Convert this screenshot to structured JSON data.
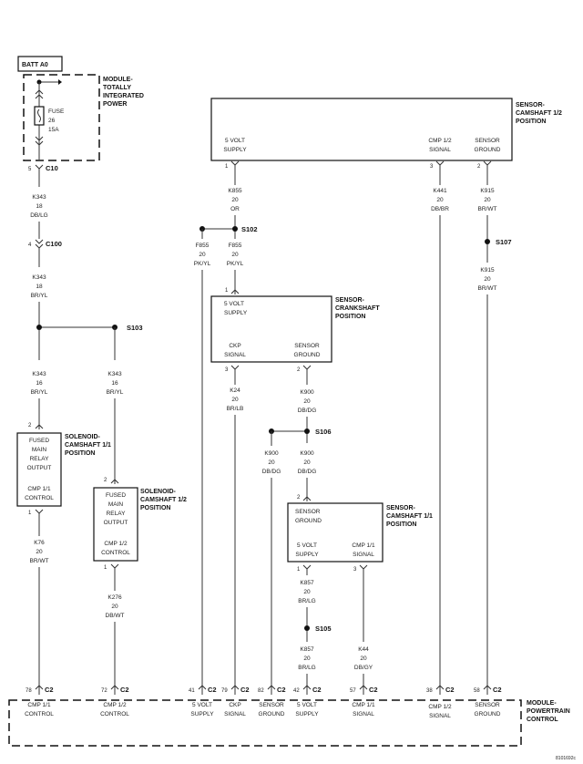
{
  "batt": "BATT A0",
  "tipm": {
    "title": [
      "MODULE-",
      "TOTALLY",
      "INTEGRATED",
      "POWER"
    ],
    "fuse": [
      "FUSE",
      "26",
      "15A"
    ]
  },
  "connectors": {
    "c10": "C10",
    "c100": "C100",
    "c2": "C2"
  },
  "pins": {
    "c10": "5",
    "c100": "4"
  },
  "wires": {
    "k343a": [
      "K343",
      "18",
      "DB/LG"
    ],
    "k343b": [
      "K343",
      "18",
      "BR/YL"
    ],
    "k343c": [
      "K343",
      "16",
      "BR/YL"
    ],
    "k343d": [
      "K343",
      "16",
      "BR/YL"
    ],
    "k76": [
      "K76",
      "20",
      "BR/WT"
    ],
    "k276": [
      "K276",
      "20",
      "DB/WT"
    ],
    "k855": [
      "K855",
      "20",
      "OR"
    ],
    "f855a": [
      "F855",
      "20",
      "PK/YL"
    ],
    "f855b": [
      "F855",
      "20",
      "PK/YL"
    ],
    "k24": [
      "K24",
      "20",
      "BR/LB"
    ],
    "k900a": [
      "K900",
      "20",
      "DB/DG"
    ],
    "k900b": [
      "K900",
      "20",
      "DB/DG"
    ],
    "k900c": [
      "K900",
      "20",
      "DB/DG"
    ],
    "k857a": [
      "K857",
      "20",
      "BR/LG"
    ],
    "k857b": [
      "K857",
      "20",
      "BR/LG"
    ],
    "k44": [
      "K44",
      "20",
      "DB/GY"
    ],
    "k441": [
      "K441",
      "20",
      "DB/BR"
    ],
    "k915a": [
      "K915",
      "20",
      "BR/WT"
    ],
    "k915b": [
      "K915",
      "20",
      "BR/WT"
    ]
  },
  "splices": {
    "s103": "S103",
    "s102": "S102",
    "s106": "S106",
    "s105": "S105",
    "s107": "S107"
  },
  "sol11": {
    "title": [
      "SOLENOID-",
      "CAMSHAFT 1/1",
      "POSITION"
    ],
    "in_pin": "2",
    "out_pin": "1",
    "input": [
      "FUSED",
      "MAIN",
      "RELAY",
      "OUTPUT"
    ],
    "output": [
      "CMP 1/1",
      "CONTROL"
    ]
  },
  "sol12": {
    "title": [
      "SOLENOID-",
      "CAMSHAFT 1/2",
      "POSITION"
    ],
    "in_pin": "2",
    "out_pin": "1",
    "input": [
      "FUSED",
      "MAIN",
      "RELAY",
      "OUTPUT"
    ],
    "output": [
      "CMP 1/2",
      "CONTROL"
    ]
  },
  "cam12": {
    "title": [
      "SENSOR-",
      "CAMSHAFT 1/2",
      "POSITION"
    ],
    "supply": [
      "5 VOLT",
      "SUPPLY"
    ],
    "signal": [
      "CMP 1/2",
      "SIGNAL"
    ],
    "ground": [
      "SENSOR",
      "GROUND"
    ],
    "pins": [
      "1",
      "3",
      "2"
    ]
  },
  "crank": {
    "title": [
      "SENSOR-",
      "CRANKSHAFT",
      "POSITION"
    ],
    "supply": [
      "5 VOLT",
      "SUPPLY"
    ],
    "signal": [
      "CKP",
      "SIGNAL"
    ],
    "ground": [
      "SENSOR",
      "GROUND"
    ],
    "pins": [
      "1",
      "3",
      "2"
    ]
  },
  "cam11": {
    "title": [
      "SENSOR-",
      "CAMSHAFT 1/1",
      "POSITION"
    ],
    "ground": [
      "SENSOR",
      "GROUND"
    ],
    "supply": [
      "5 VOLT",
      "SUPPLY"
    ],
    "signal": [
      "CMP 1/1",
      "SIGNAL"
    ],
    "pins": [
      "2",
      "1",
      "3"
    ]
  },
  "pcm": {
    "title": [
      "MODULE-",
      "POWERTRAIN",
      "CONTROL"
    ],
    "terminals": [
      {
        "pin": "78",
        "label": [
          "CMP 1/1",
          "CONTROL"
        ]
      },
      {
        "pin": "72",
        "label": [
          "CMP 1/2",
          "CONTROL"
        ]
      },
      {
        "pin": "41",
        "label": [
          "5 VOLT",
          "SUPPLY"
        ]
      },
      {
        "pin": "79",
        "label": [
          "CKP",
          "SIGNAL"
        ]
      },
      {
        "pin": "82",
        "label": [
          "SENSOR",
          "GROUND"
        ]
      },
      {
        "pin": "42",
        "label": [
          "5 VOLT",
          "SUPPLY"
        ]
      },
      {
        "pin": "57",
        "label": [
          "CMP 1/1",
          "SIGNAL"
        ]
      },
      {
        "pin": "38",
        "label": [
          "CMP 1/2",
          "SIGNAL"
        ]
      },
      {
        "pin": "58",
        "label": [
          "SENSOR",
          "GROUND"
        ]
      }
    ]
  },
  "figure_id": "8101692c"
}
